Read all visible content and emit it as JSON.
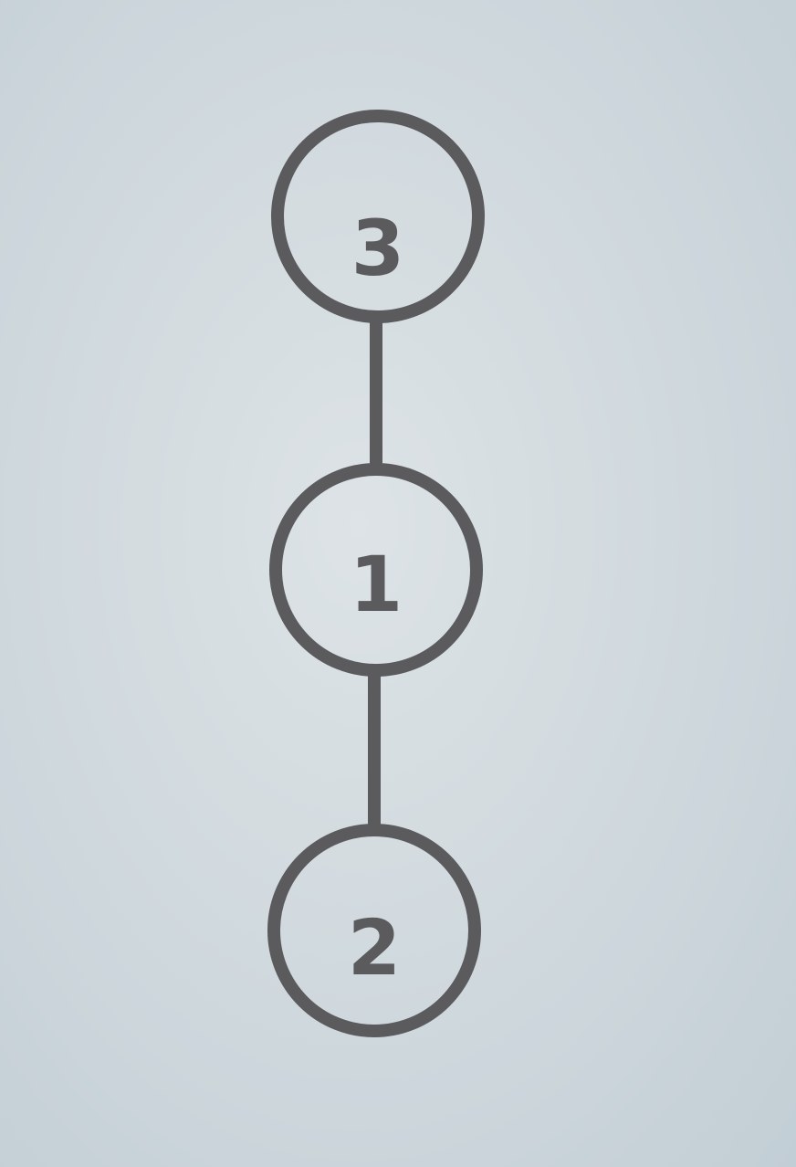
{
  "diagram": {
    "type": "tree",
    "nodes": [
      {
        "id": "3",
        "label": "3"
      },
      {
        "id": "1",
        "label": "1"
      },
      {
        "id": "2",
        "label": "2"
      }
    ],
    "edges": [
      {
        "from": "3",
        "to": "1"
      },
      {
        "from": "1",
        "to": "2"
      }
    ],
    "colors": {
      "stroke": "#5b5b5d",
      "background": "#cfd8dd"
    }
  }
}
